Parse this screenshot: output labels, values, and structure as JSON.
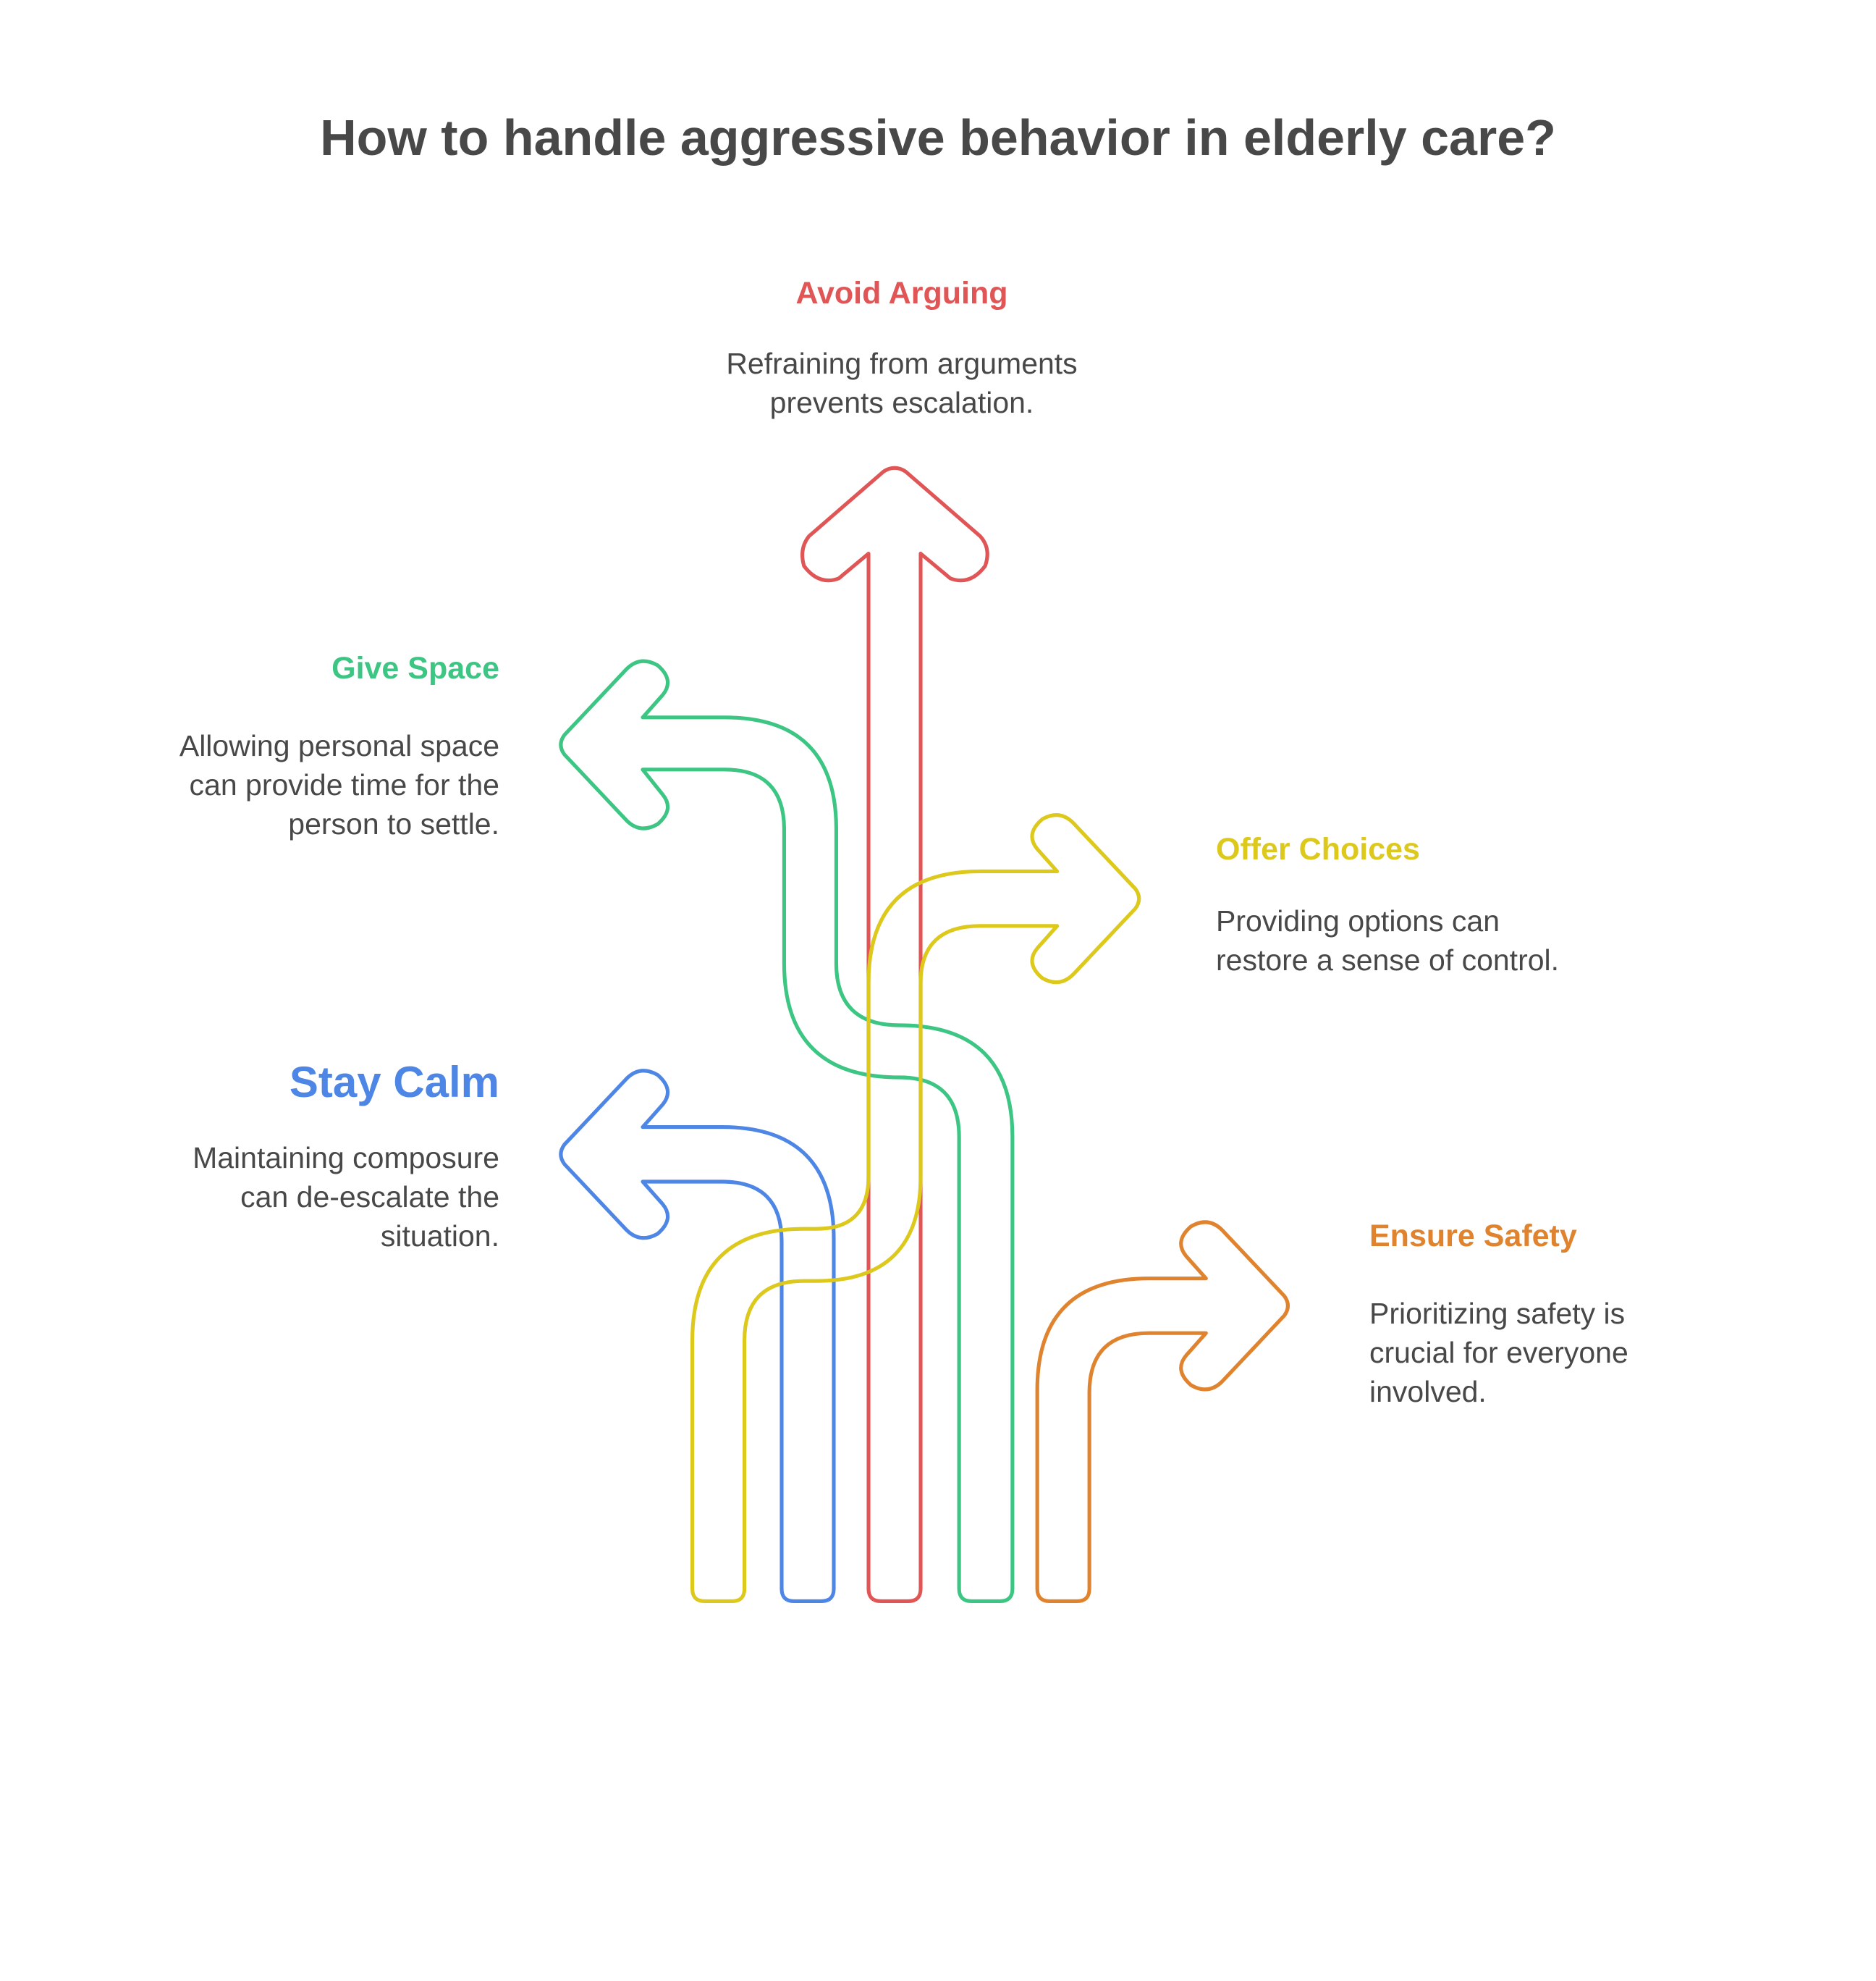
{
  "title": "How to handle aggressive behavior in elderly care?",
  "colors": {
    "title": "#484848",
    "text": "#484848",
    "red": "#e05555",
    "green": "#3dc583",
    "yellow": "#ddc81c",
    "blue": "#4e86e6",
    "orange": "#e0832f"
  },
  "items": [
    {
      "key": "avoid_arguing",
      "heading": "Avoid Arguing",
      "color": "red",
      "icon": "arrow-up-icon",
      "lines": [
        "Refraining from arguments",
        "prevents escalation."
      ]
    },
    {
      "key": "give_space",
      "heading": "Give Space",
      "color": "green",
      "icon": "arrow-left-icon",
      "lines": [
        "Allowing personal space",
        "can provide time for the",
        "person to settle."
      ]
    },
    {
      "key": "offer_choices",
      "heading": "Offer Choices",
      "color": "yellow",
      "icon": "arrow-right-icon",
      "lines": [
        "Providing options can",
        "restore a sense of control."
      ]
    },
    {
      "key": "stay_calm",
      "heading": "Stay Calm",
      "color": "blue",
      "icon": "arrow-left-icon",
      "lines": [
        "Maintaining composure",
        "can de-escalate the",
        "situation."
      ]
    },
    {
      "key": "ensure_safety",
      "heading": "Ensure Safety",
      "color": "orange",
      "icon": "arrow-right-icon",
      "lines": [
        "Prioritizing safety is",
        "crucial for everyone",
        "involved."
      ]
    }
  ]
}
